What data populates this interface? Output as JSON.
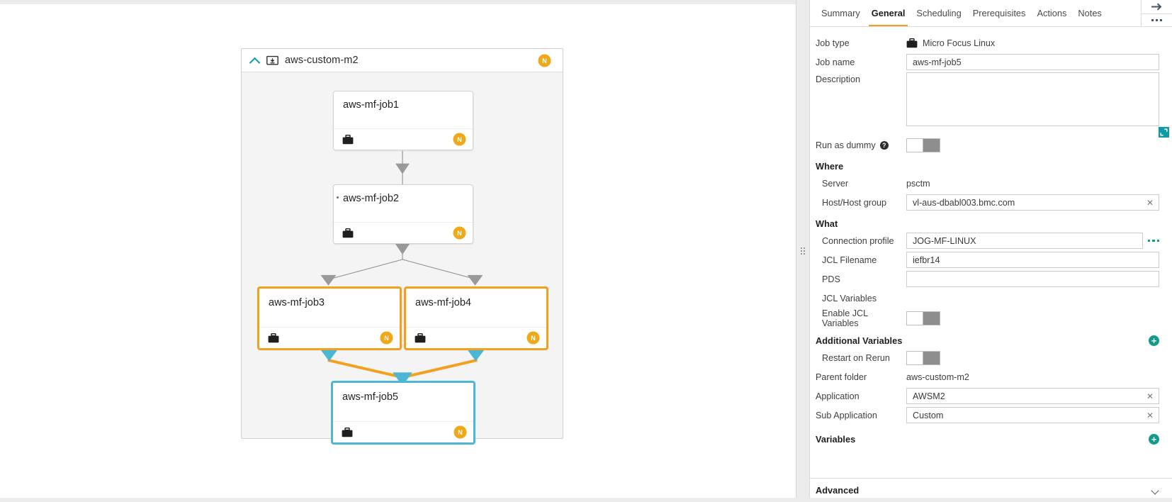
{
  "canvas": {
    "folder": {
      "title": "aws-custom-m2",
      "collapse_icon": "chevron-up-icon",
      "folder_icon": "folder-download-icon",
      "badge": "N"
    },
    "nodes": [
      {
        "name": "aws-mf-job1",
        "badge": "N",
        "type_icon": "briefcase-icon",
        "state": "normal"
      },
      {
        "name": "aws-mf-job2",
        "badge": "N",
        "type_icon": "briefcase-icon",
        "state": "normal"
      },
      {
        "name": "aws-mf-job3",
        "badge": "N",
        "type_icon": "briefcase-icon",
        "state": "selected-orange"
      },
      {
        "name": "aws-mf-job4",
        "badge": "N",
        "type_icon": "briefcase-icon",
        "state": "selected-orange"
      },
      {
        "name": "aws-mf-job5",
        "badge": "N",
        "type_icon": "briefcase-icon",
        "state": "selected-cyan"
      }
    ],
    "colors": {
      "select_orange": "#f2a01e",
      "select_cyan": "#4cb6d4",
      "edge_gray": "#9a9a9a",
      "badge_orange": "#f0a818"
    }
  },
  "panel": {
    "tabs": [
      {
        "label": "Summary",
        "active": false
      },
      {
        "label": "General",
        "active": true
      },
      {
        "label": "Scheduling",
        "active": false
      },
      {
        "label": "Prerequisites",
        "active": false
      },
      {
        "label": "Actions",
        "active": false
      },
      {
        "label": "Notes",
        "active": false
      }
    ],
    "header_actions": {
      "collapse_icon": "arrow-right-icon",
      "more_icon": "more-horizontal-icon"
    },
    "fields": {
      "job_type_label": "Job type",
      "job_type_value": "Micro Focus Linux",
      "job_name_label": "Job name",
      "job_name_value": "aws-mf-job5",
      "description_label": "Description",
      "description_value": "",
      "description_placeholder": "",
      "run_as_dummy_label": "Run as dummy",
      "run_as_dummy_state": "off"
    },
    "where": {
      "title": "Where",
      "server_label": "Server",
      "server_value": "psctm",
      "host_label": "Host/Host group",
      "host_value": "vl-aus-dbabl003.bmc.com"
    },
    "what": {
      "title": "What",
      "connection_profile_label": "Connection profile",
      "connection_profile_value": "JOG-MF-LINUX",
      "jcl_filename_label": "JCL Filename",
      "jcl_filename_value": "iefbr14",
      "pds_label": "PDS",
      "pds_value": "",
      "jcl_variables_label": "JCL Variables",
      "enable_jcl_variables_label": "Enable JCL Variables",
      "enable_jcl_variables_state": "off"
    },
    "additional": {
      "title": "Additional Variables",
      "restart_on_rerun_label": "Restart on Rerun",
      "restart_on_rerun_state": "off",
      "parent_folder_label": "Parent folder",
      "parent_folder_value": "aws-custom-m2",
      "application_label": "Application",
      "application_value": "AWSM2",
      "sub_application_label": "Sub Application",
      "sub_application_value": "Custom"
    },
    "variables": {
      "title": "Variables"
    },
    "advanced": {
      "title": "Advanced"
    }
  }
}
